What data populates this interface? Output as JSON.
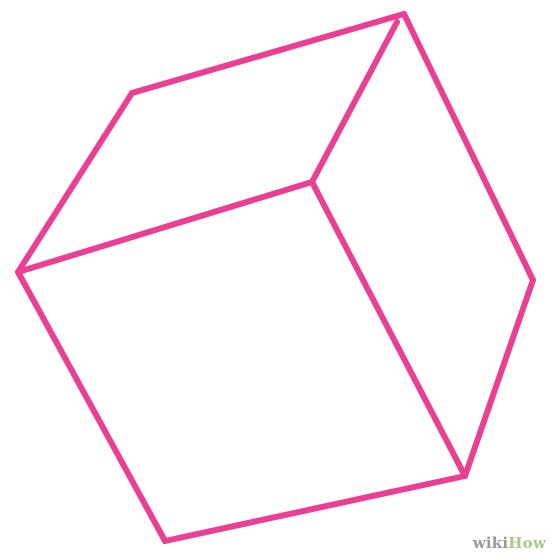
{
  "drawing": {
    "subject": "cube",
    "stroke_color": "#ea3f92",
    "background_color": "#ffffff"
  },
  "watermark": {
    "part1": "wiki",
    "part2": "How",
    "part1_color": "#9a9a9a",
    "part2_color": "#a8c98a"
  }
}
